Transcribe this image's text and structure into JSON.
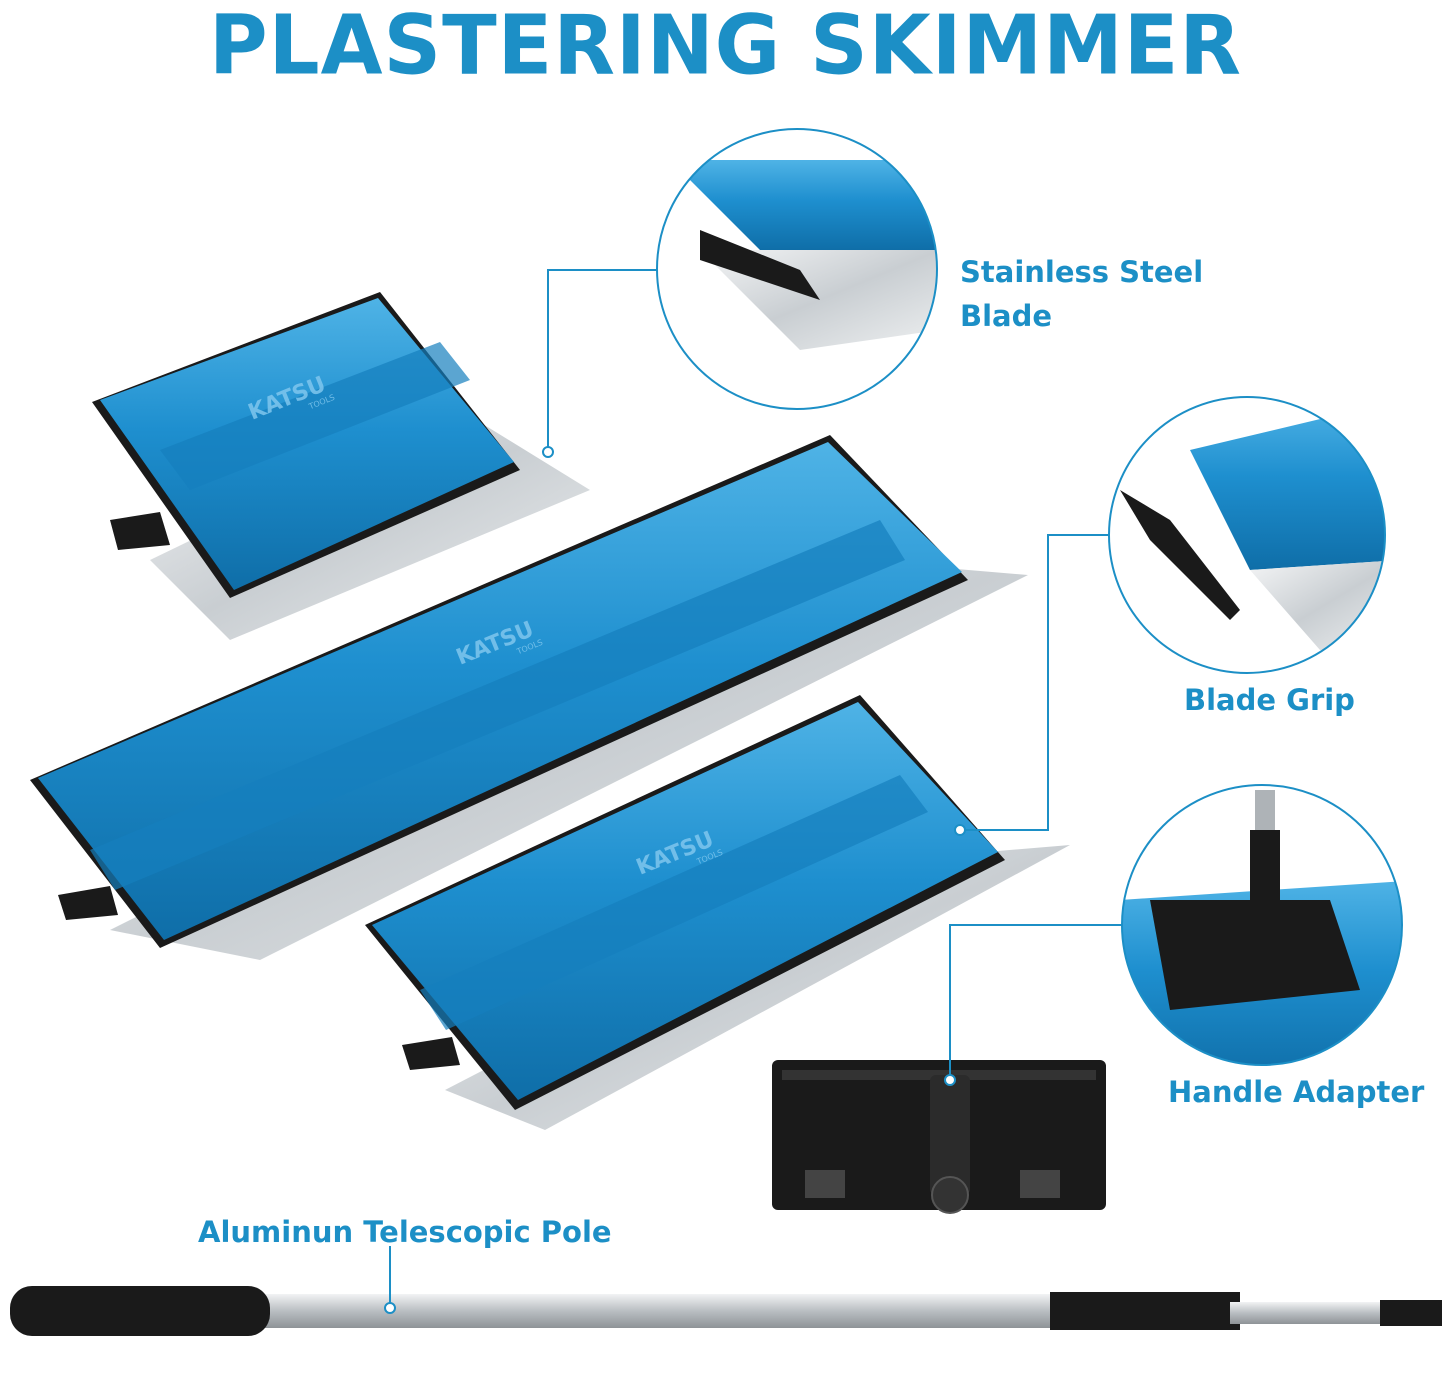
{
  "title": "PLASTERING SKIMMER",
  "brand": {
    "logo_text": "KATSU",
    "logo_sub": "TOOLS"
  },
  "callouts": {
    "blade_line1": "Stainless Steel",
    "blade_line2": "Blade",
    "grip": "Blade Grip",
    "adapter": "Handle Adapter",
    "pole": "Aluminun Telescopic Pole"
  },
  "colors": {
    "accent": "#1c8fc6",
    "blue_body": "#1e8fcf",
    "steel": "#d9dde0",
    "rubber": "#1a1a1a"
  }
}
